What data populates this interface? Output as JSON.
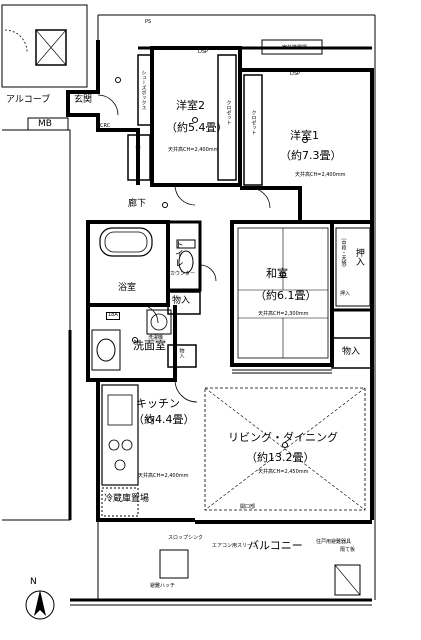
{
  "rooms": {
    "western2": {
      "name": "洋室2",
      "size": "（約5.4畳）",
      "ceiling": "天井高CH=2,400mm"
    },
    "western1": {
      "name": "洋室1",
      "size": "（約7.3畳）",
      "ceiling": "天井高CH=2,400mm"
    },
    "japanese": {
      "name": "和室",
      "size": "（約6.1畳）",
      "ceiling": "天井高CH=2,300mm"
    },
    "ldk": {
      "name": "リビング・ダイニング",
      "size": "（約13.2畳）",
      "ceiling": "天井高CH=2,450mm"
    },
    "kitchen": {
      "name": "キッチン",
      "size": "（約4.4畳）",
      "ceiling": "天井高CH=2,400mm"
    },
    "washroom": {
      "name": "洗面室"
    },
    "bath": {
      "name": "浴室"
    },
    "toilet": {
      "name": "トイレ"
    },
    "hallway": {
      "name": "廊下"
    },
    "entrance": {
      "name": "玄関"
    },
    "alcove": {
      "name": "アルコーブ"
    },
    "balcony": {
      "name": "バルコニー"
    }
  },
  "storage": {
    "closet_w2": "クロゼット",
    "closet_w1": "クロゼット",
    "oshiire": "押入",
    "oshiire_lower": "押入",
    "tenbukuro": "（中段・天袋）",
    "monoire1": "物入",
    "monoire2": "物入",
    "monoire3": "物入",
    "monoire_kitchen": "物入",
    "shoebox": "シューズボックス",
    "counter": "カウンター",
    "wash_machine": "洗濯機",
    "fridge": "冷蔵庫置場",
    "mb": "MB",
    "outdoor_unit": "室外機置場",
    "ps": "PS"
  },
  "fixtures": {
    "breaker": "18A",
    "dsp": "DSP",
    "dsp_dup": "DSP",
    "opening": "開口部",
    "cabinet": "CRC",
    "ac_sleeve": "エアコン用スリーブ",
    "slop_sink": "スロップシンク",
    "partition": "隔て板",
    "emergency": "避難ハッチ",
    "dwelling_note": "住戸用避難器具",
    "north_label": "N"
  }
}
